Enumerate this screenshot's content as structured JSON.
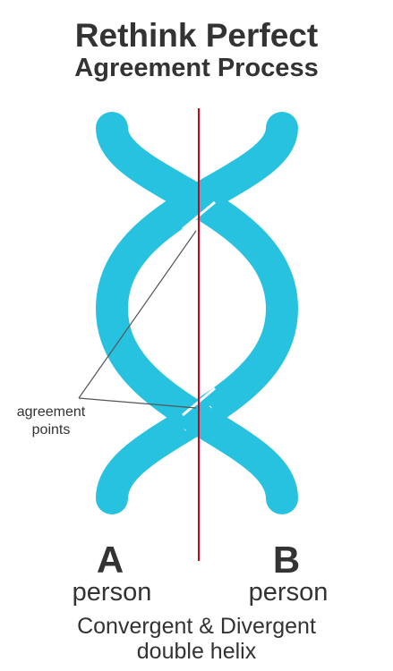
{
  "title": {
    "line1": "Rethink Perfect",
    "line2": "Agreement Process"
  },
  "callout": {
    "line1": "agreement",
    "line2": "points"
  },
  "persons": [
    {
      "letter": "A",
      "word": "person"
    },
    {
      "letter": "B",
      "word": "person"
    }
  ],
  "caption": {
    "line1": "Convergent & Divergent",
    "line2": "double helix"
  },
  "colors": {
    "strand": "#27C2E0",
    "axis": "#D0021B",
    "text": "#333333",
    "leader": "#555555"
  }
}
